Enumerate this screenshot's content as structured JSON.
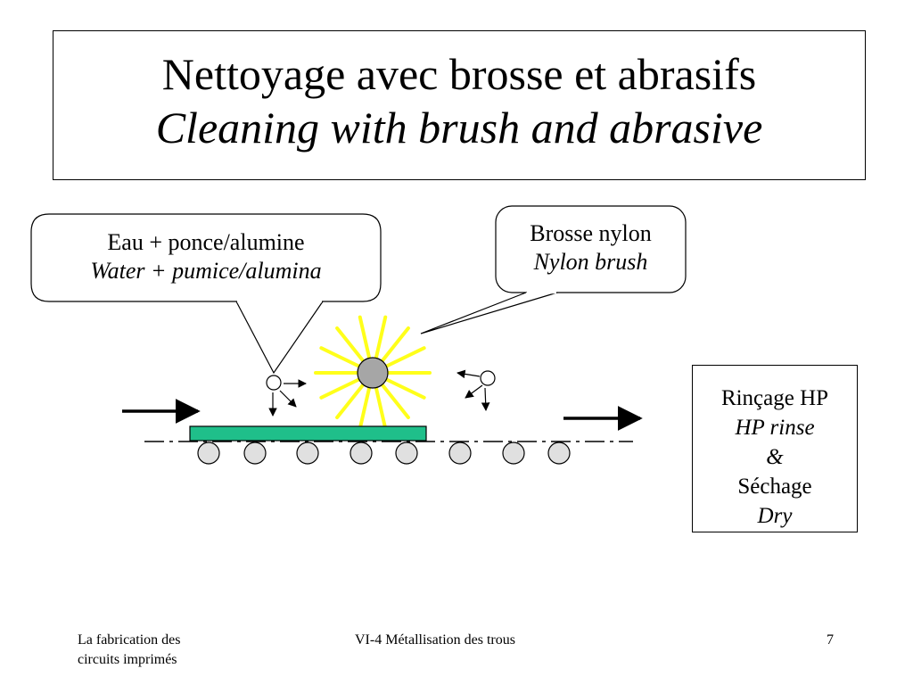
{
  "title": {
    "main": "Nettoyage avec brosse et abrasifs",
    "sub": "Cleaning with brush and abrasive"
  },
  "callouts": {
    "abrasive": {
      "line1": "Eau + ponce/alumine",
      "line2": "Water + pumice/alumina"
    },
    "brush": {
      "line1": "Brosse nylon",
      "line2": "Nylon brush"
    }
  },
  "rinse_box": {
    "line1": "Rinçage HP",
    "line2": "HP rinse",
    "line3": "&",
    "line4": "Séchage",
    "line5": "Dry"
  },
  "footer": {
    "left_line1": "La fabrication des",
    "left_line2": "circuits imprimés",
    "center": "VI-4  Métallisation des trous",
    "page": "7"
  },
  "colors": {
    "board": "#1fbf8a",
    "brush_rays": "#ffff1a",
    "brush_core": "#a6a6a6",
    "roller": "#e0e0e0"
  }
}
